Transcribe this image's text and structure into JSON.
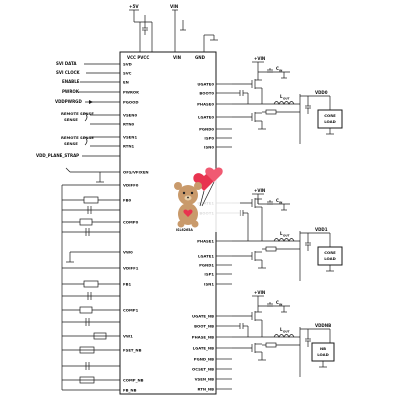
{
  "supplies": {
    "plus_5v": "+5V",
    "vin": "VIN"
  },
  "chip": {
    "top_pins": {
      "vcc_pvcc": "VCC PVCC",
      "vin": "VIN",
      "gnd": "GND"
    },
    "left_pins": [
      "SVD",
      "SVC",
      "EN",
      "PWROK",
      "PGOOD",
      "VSEN0",
      "RTN0",
      "VSEN1",
      "RTN1",
      "OFS/VFIXEN",
      "VDIFF0",
      "FB0",
      "COMP0",
      "VW0",
      "VDIFF1",
      "FB1",
      "COMP1",
      "VW1",
      "FSET_NB",
      "COMP_NB",
      "FB_NB"
    ],
    "right_pins": [
      "UGATE0",
      "BOOT0",
      "PHASE0",
      "LGATE0",
      "PGND0",
      "ISP0",
      "ISN0",
      "UGATE1",
      "BOOT1",
      "PHASE1",
      "LGATE1",
      "PGND1",
      "ISP1",
      "ISN1",
      "UGATE_NB",
      "BOOT_NB",
      "PHASE_NB",
      "LGATE_NB",
      "PGND_NB",
      "OCSET_NB",
      "VSEN_NB",
      "RTN_NB"
    ]
  },
  "external_signals": {
    "svi_data": "SVI DATA",
    "svi_clock": "SVI CLOCK",
    "enable": "ENABLE",
    "pwrok": "PWROK",
    "vddpwrgd": "VDDPWRGD",
    "remote_sense_0": "REMOTE SENSE",
    "remote_sense_1": "REMOTE SENSE",
    "vdd_plane_strap": "VDD_PLANE_STRAP"
  },
  "power_stages": [
    {
      "vin": "+VIN",
      "cin": "C",
      "cin_sub": "IN",
      "lout": "L",
      "lout_sub": "OUT",
      "output": "VDD0",
      "load": [
        "CORE",
        "LOAD"
      ]
    },
    {
      "vin": "+VIN",
      "cin": "C",
      "cin_sub": "IN",
      "lout": "L",
      "lout_sub": "OUT",
      "output": "VDD1",
      "load": [
        "CORE",
        "LOAD"
      ]
    },
    {
      "vin": "+VIN",
      "cin": "C",
      "cin_sub": "IN",
      "lout": "L",
      "lout_sub": "OUT",
      "output": "VDDNB",
      "load": [
        "NB",
        "LOAD"
      ]
    }
  ],
  "colors": {
    "line": "#1a1a1a",
    "bear_fur": "#c99a6b",
    "balloon": "#e8334f"
  },
  "sticker": {
    "text": "ISL6265A",
    "icon": "teddy-bear-with-heart-balloons-icon"
  }
}
